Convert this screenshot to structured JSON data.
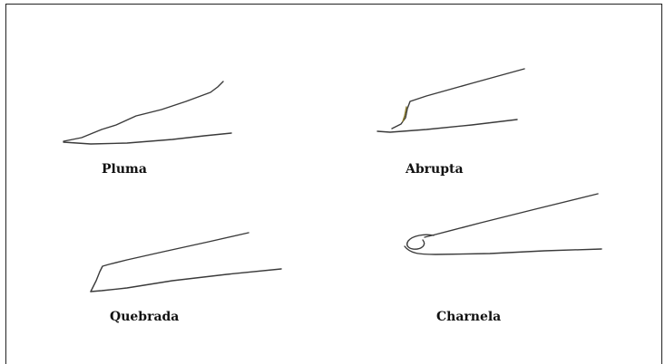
{
  "figure": {
    "labels": {
      "pluma": "Pluma",
      "abrupta": "Abrupta",
      "quebrada": "Quebrada",
      "charnela": "Charnela"
    }
  }
}
